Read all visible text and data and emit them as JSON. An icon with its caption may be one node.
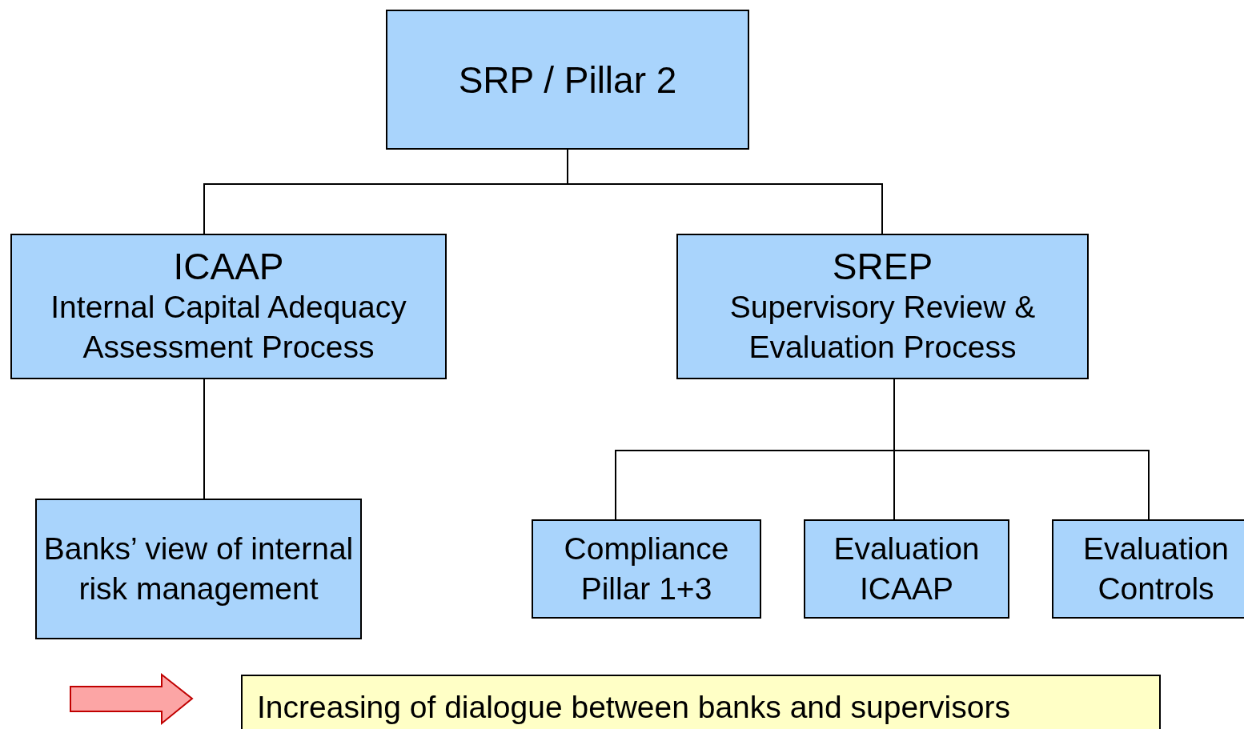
{
  "diagram": {
    "nodes": [
      {
        "text": [
          "SRP / Pillar 2"
        ]
      },
      {
        "text": [
          "ICAAP",
          "Internal Capital Adequacy Assessment Process"
        ]
      },
      {
        "text": [
          "SREP",
          "Supervisory Review & Evaluation Process"
        ]
      },
      {
        "text": [
          "Banks’ view of internal risk management"
        ]
      },
      {
        "text": [
          "Compliance Pillar 1+3"
        ]
      },
      {
        "text": [
          "Evaluation ICAAP"
        ]
      },
      {
        "text": [
          "Evaluation Controls"
        ]
      },
      {
        "text": [
          "Increasing of dialogue between banks and supervisors"
        ]
      }
    ],
    "edges": [
      {
        "from": 0,
        "to": 1,
        "arrow": "none"
      },
      {
        "from": 0,
        "to": 2,
        "arrow": "none"
      },
      {
        "from": 1,
        "to": 3,
        "arrow": "none"
      },
      {
        "from": 2,
        "to": 4,
        "arrow": "none"
      },
      {
        "from": 2,
        "to": 5,
        "arrow": "none"
      },
      {
        "from": 2,
        "to": 6,
        "arrow": "none"
      }
    ]
  }
}
